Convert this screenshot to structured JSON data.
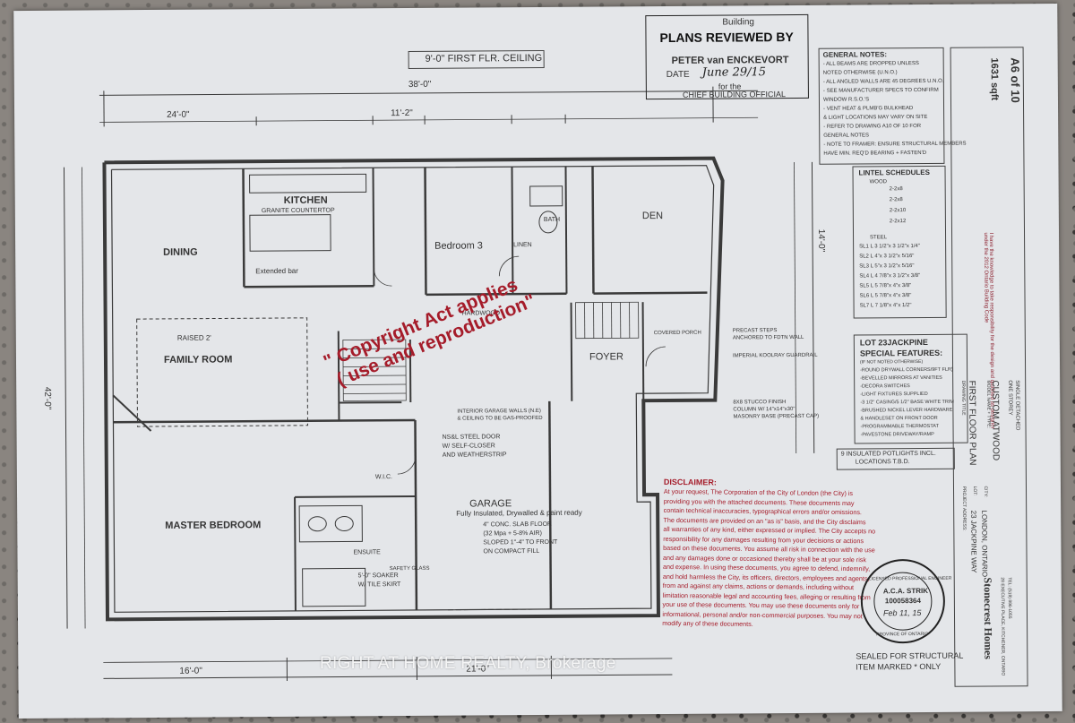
{
  "header": {
    "ceiling_label": "9'-0\" FIRST FLR. CEILING"
  },
  "review_stamp": {
    "building": "Building",
    "title": "PLANS REVIEWED BY",
    "name": "PETER van ENCKEVORT",
    "date_label": "DATE",
    "date_value": "June 29/15",
    "for_label": "for the",
    "official": "CHIEF BUILDING OFFICIAL"
  },
  "rooms": {
    "kitchen": "KITCHEN",
    "kitchen_note": "GRANITE COUNTERTOP",
    "dining": "DINING",
    "bedroom3": "Bedroom 3",
    "den": "DEN",
    "bath": "BATH",
    "linen": "LINEN",
    "family_room": "FAMILY ROOM",
    "foyer": "FOYER",
    "garage": "GARAGE",
    "master_bedroom": "MASTER BEDROOM",
    "ensuite": "ENSUITE",
    "wic": "W.I.C.",
    "raised": "RAISED 2'",
    "extended_bar": "Extended bar",
    "hardwood": "HARDWOOD",
    "covered_porch": "COVERED PORCH"
  },
  "dimensions": {
    "overall": "38'-0\"",
    "top_left": "24'-0\"",
    "top_mid": "11'-2\"",
    "bottom_left": "16'-0\"",
    "bottom_right": "21'-0\"",
    "left_side": "42'-0\"",
    "right_side": "14'-0\""
  },
  "notes": {
    "garage_fill": "Fully Insulated, Drywalled & paint ready",
    "slab": "4\" CONC. SLAB FLOOR",
    "slab_2": "(32 Mpa + 5-8% AIR)",
    "slab_3": "SLOPED 1\"-4\" TO FRONT",
    "slab_4": "ON COMPACT FILL",
    "steel_door": "NS&L STEEL DOOR",
    "steel_door_2": "W/ SELF-CLOSER",
    "steel_door_3": "AND WEATHERSTRIP",
    "garage_walls": "INTERIOR GARAGE WALLS (N.E)",
    "garage_walls_2": "& CEILING TO BE GAS-PROOFED",
    "precast": "PRECAST STEPS",
    "precast_2": "ANCHORED TO FDTN WALL",
    "guardrail": "IMPERIAL KOOLRAY GUARDRAIL",
    "stucco": "8X8 STUCCO FINISH",
    "stucco_2": "COLUMN W/ 14\"x14\"x30\"",
    "stucco_3": "MASONRY BASE (PRECAST CAP)",
    "potlights": "9 INSULATED POTLIGHTS INCL.",
    "potlights_2": "LOCATIONS T.B.D.",
    "soaker": "5'-0\" SOAKER",
    "tile_skirt": "W/ TILE SKIRT",
    "glass": "SAFETY GLASS"
  },
  "general_notes": {
    "title": "GENERAL NOTES:",
    "lines": [
      "- ALL BEAMS ARE DROPPED UNLESS",
      "  NOTED OTHERWISE (U.N.O.)",
      "- ALL ANGLED WALLS ARE 45 DEGREES U.N.O.",
      "- SEE MANUFACTURER SPECS TO CONFIRM",
      "  WINDOW R.S.O.'S",
      "- VENT HEAT & PLMB'G BULKHEAD",
      "  & LIGHT LOCATIONS MAY VARY ON SITE",
      "- REFER TO DRAWING A10 OF 10 FOR",
      "  GENERAL NOTES",
      "- NOTE TO FRAMER: ENSURE STRUCTURAL MEMBERS",
      "  HAVE MIN. REQ'D BEARING + FASTEN'D"
    ]
  },
  "lintel": {
    "title": "LINTEL SCHEDULES",
    "wood_label": "WOOD",
    "wood": [
      "2-2x8",
      "2-2x8",
      "2-2x10",
      "2-2x12"
    ],
    "steel_label": "STEEL",
    "steel": [
      "L 3 1/2\"x 3 1/2\"x 1/4\"",
      "L 4\"x 3 1/2\"x 5/16\"",
      "L 5\"x 3 1/2\"x 5/16\"",
      "L 4 7/8\"x 3 1/2\"x 3/8\"",
      "L 5 7/8\"x 4\"x 3/8\"",
      "L 5 7/8\"x 4\"x 3/8\"",
      "L 7 1/8\"x 4\"x 1/2\""
    ],
    "codes": [
      "SL1",
      "SL2",
      "SL3",
      "SL4",
      "SL5",
      "SL6",
      "SL7"
    ]
  },
  "lot_features": {
    "title": "LOT 23JACKPINE",
    "subtitle": "SPECIAL FEATURES:",
    "note": "(IF NOT NOTED OTHERWISE)",
    "items": [
      "-ROUND DRYWALL CORNERS/9FT FLR)",
      "-BEVELLED MIRRORS AT VANITIES",
      "-DECORA SWITCHES",
      "-LIGHT FIXTURES SUPPLIED",
      "-3 1/2\" CASING/5 1/2\" BASE WHITE TRIM",
      "-BRUSHED NICKEL LEVER HARDWARE",
      "  & HANDLESET ON FRONT DOOR",
      "-PROGRAMMABLE THERMOSTAT",
      "-PAVESTONE DRIVEWAY/RAMP"
    ]
  },
  "copyright": {
    "line1": "\" Copyright Act applies",
    "line2": "( use and reproduction\""
  },
  "disclaimer": {
    "title": "DISCLAIMER:",
    "text": [
      "At your request, The Corporation of the City of London (the City) is",
      "providing you with the attached documents. These documents may",
      "contain technical inaccuracies, typographical errors and/or omissions.",
      "The documents are provided on an \"as is\" basis, and the City disclaims",
      "all warranties of any kind, either expressed or implied. The City accepts no",
      "responsibility for any damages resulting from your decisions or actions",
      "based on these documents. You assume all risk in connection with the use",
      "and any damages done or occasioned thereby shall be at your sole risk",
      "and expense. In using these documents, you agree to defend, indemnify,",
      "and hold harmless the City, its officers, directors, employees and agents,",
      "from and against any claims, actions or demands, including without",
      "limitation reasonable legal and accounting fees, alleging or resulting from",
      "your use of these documents. You may use these documents only for",
      "informational, personal and/or non-commercial purposes. You may not",
      "modify any of these documents."
    ]
  },
  "engineer_seal": {
    "ring_top": "LICENSED PROFESSIONAL ENGINEER",
    "name": "A.C.A. STRIK",
    "number": "100058364",
    "date": "Feb 11, 15",
    "ring_bottom": "PROVINCE OF ONTARIO"
  },
  "sealed_note": {
    "line1": "SEALED FOR STRUCTURAL",
    "line2": "ITEM MARKED * ONLY"
  },
  "title_block": {
    "company": "Stonecrest Homes",
    "address": "28 EXECUTIVE PLACE, KITCHENER, ONTARIO",
    "tel": "TEL: (519) 896-1055",
    "project_address_label": "PROJECT ADDRESS:",
    "lot_label": "LOT:",
    "street": "23 JACKPINE WAY",
    "city_label": "CITY:",
    "city": "LONDON, ONTARIO",
    "drawing_title_label": "DRAWING TITLE",
    "drawing_title": "FIRST FLOOR PLAN",
    "model_label": "MODEL NAME + TYPE:",
    "model": "CUSTOM ATWOOD",
    "storey": "ONE STOREY",
    "type": "SINGLE DETACHED",
    "sqft": "1631 sqft",
    "sheet": "A6 of 10",
    "responsibility": "I have the knowledge to take responsibility for the design and qualified as designer under the 2012 Ontario Building Code"
  },
  "watermark": "RIGHT AT HOME REALTY, Brokerage"
}
